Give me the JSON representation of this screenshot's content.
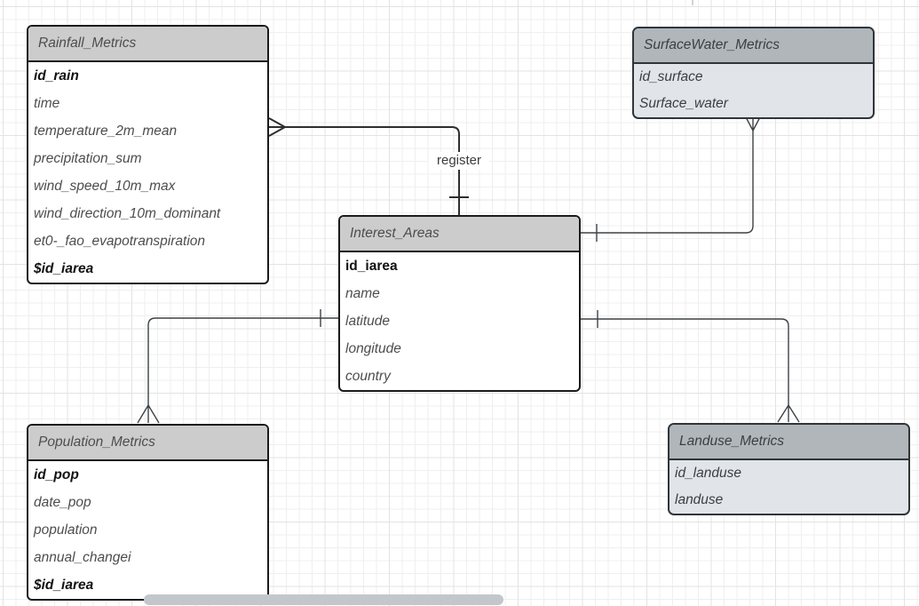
{
  "diagram": {
    "type": "entity-relationship",
    "edge_labels": {
      "register": "register"
    },
    "colors": {
      "classic_header": "#cccccc",
      "classic_body": "#ffffff",
      "classic_border": "#1b1b1b",
      "gray_header": "#b1b6ba",
      "gray_body": "#e1e4e8",
      "gray_border": "#2f353a",
      "edge": "#3d4246",
      "canvas_grid": "#efefef",
      "scrollbar": "#c3c6ca"
    },
    "relationships": [
      {
        "from": "Rainfall_Metrics",
        "to": "Interest_Areas",
        "label": "register",
        "from_cardinality": "many",
        "to_cardinality": "one"
      },
      {
        "from": "SurfaceWater_Metrics",
        "to": "Interest_Areas",
        "label": "",
        "from_cardinality": "many",
        "to_cardinality": "one"
      },
      {
        "from": "Population_Metrics",
        "to": "Interest_Areas",
        "label": "",
        "from_cardinality": "many",
        "to_cardinality": "one"
      },
      {
        "from": "Landuse_Metrics",
        "to": "Interest_Areas",
        "label": "",
        "from_cardinality": "many",
        "to_cardinality": "one"
      }
    ]
  },
  "entities": [
    {
      "name": "Rainfall_Metrics",
      "fields": [
        {
          "label": "id_rain",
          "pk": true
        },
        {
          "label": "time"
        },
        {
          "label": "temperature_2m_mean"
        },
        {
          "label": "precipitation_sum"
        },
        {
          "label": "wind_speed_10m_max"
        },
        {
          "label": "wind_direction_10m_dominant"
        },
        {
          "label": "et0-_fao_evapotranspiration"
        },
        {
          "label": "$id_iarea",
          "pk": true
        }
      ]
    },
    {
      "name": "Interest_Areas",
      "fields": [
        {
          "label": "id_iarea",
          "pk": true
        },
        {
          "label": "name"
        },
        {
          "label": "latitude"
        },
        {
          "label": "longitude"
        },
        {
          "label": "country"
        }
      ]
    },
    {
      "name": "SurfaceWater_Metrics",
      "fields": [
        {
          "label": "id_surface"
        },
        {
          "label": "Surface_water"
        }
      ]
    },
    {
      "name": "Population_Metrics",
      "fields": [
        {
          "label": "id_pop",
          "pk": true
        },
        {
          "label": "date_pop"
        },
        {
          "label": "population"
        },
        {
          "label": "annual_changei"
        },
        {
          "label": "$id_iarea",
          "pk": true
        }
      ]
    },
    {
      "name": "Landuse_Metrics",
      "fields": [
        {
          "label": "id_landuse"
        },
        {
          "label": "landuse"
        }
      ]
    }
  ]
}
